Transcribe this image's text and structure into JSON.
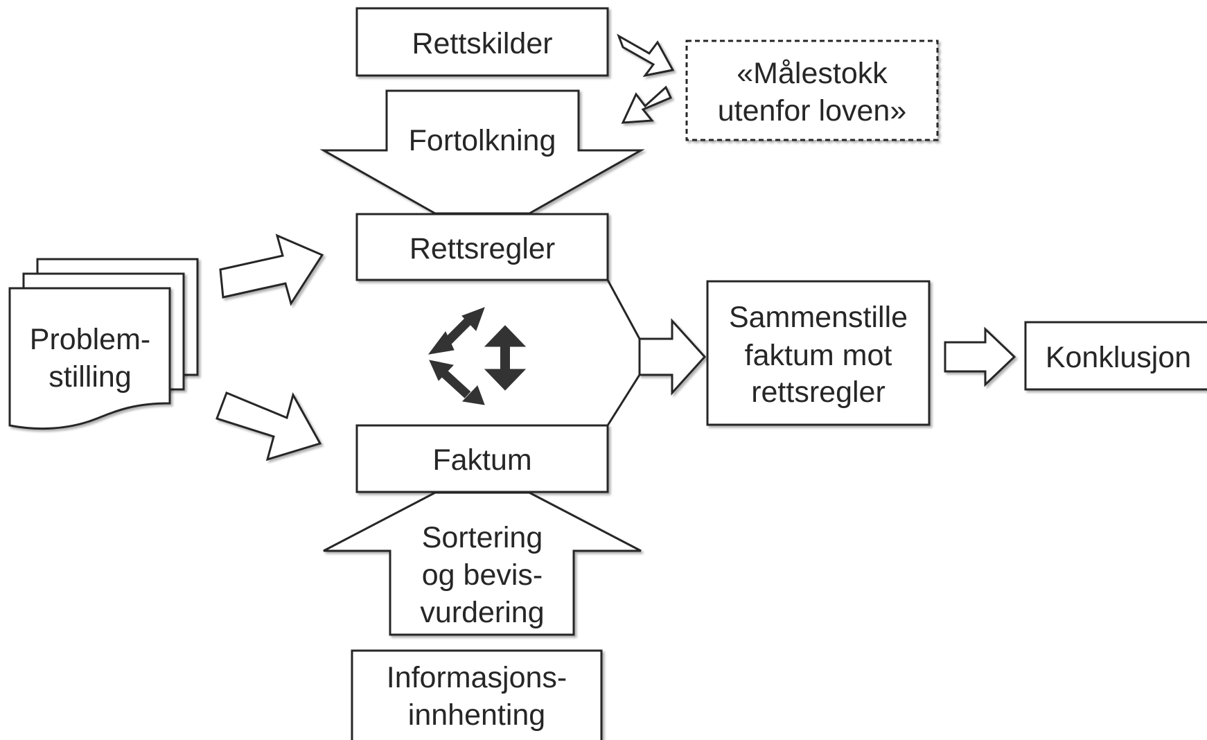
{
  "nodes": {
    "rettskilder": "Rettskilder",
    "malestokk_line1": "«Målestokk",
    "malestokk_line2": "utenfor loven»",
    "fortolkning": "Fortolkning",
    "rettsregler": "Rettsregler",
    "faktum": "Faktum",
    "problemstilling_line1": "Problem-",
    "problemstilling_line2": "stilling",
    "sammenstille_line1": "Sammenstille",
    "sammenstille_line2": "faktum mot",
    "sammenstille_line3": "rettsregler",
    "konklusjon": "Konklusjon",
    "sortering_line1": "Sortering",
    "sortering_line2": "og bevis-",
    "sortering_line3": "vurdering",
    "informasjon_line1": "Informasjons-",
    "informasjon_line2": "innhenting"
  },
  "colors": {
    "stroke": "#262626",
    "fill": "#ffffff",
    "cycle_icon": "#333333"
  },
  "icons": {
    "center": "cycle-arrows-icon"
  }
}
